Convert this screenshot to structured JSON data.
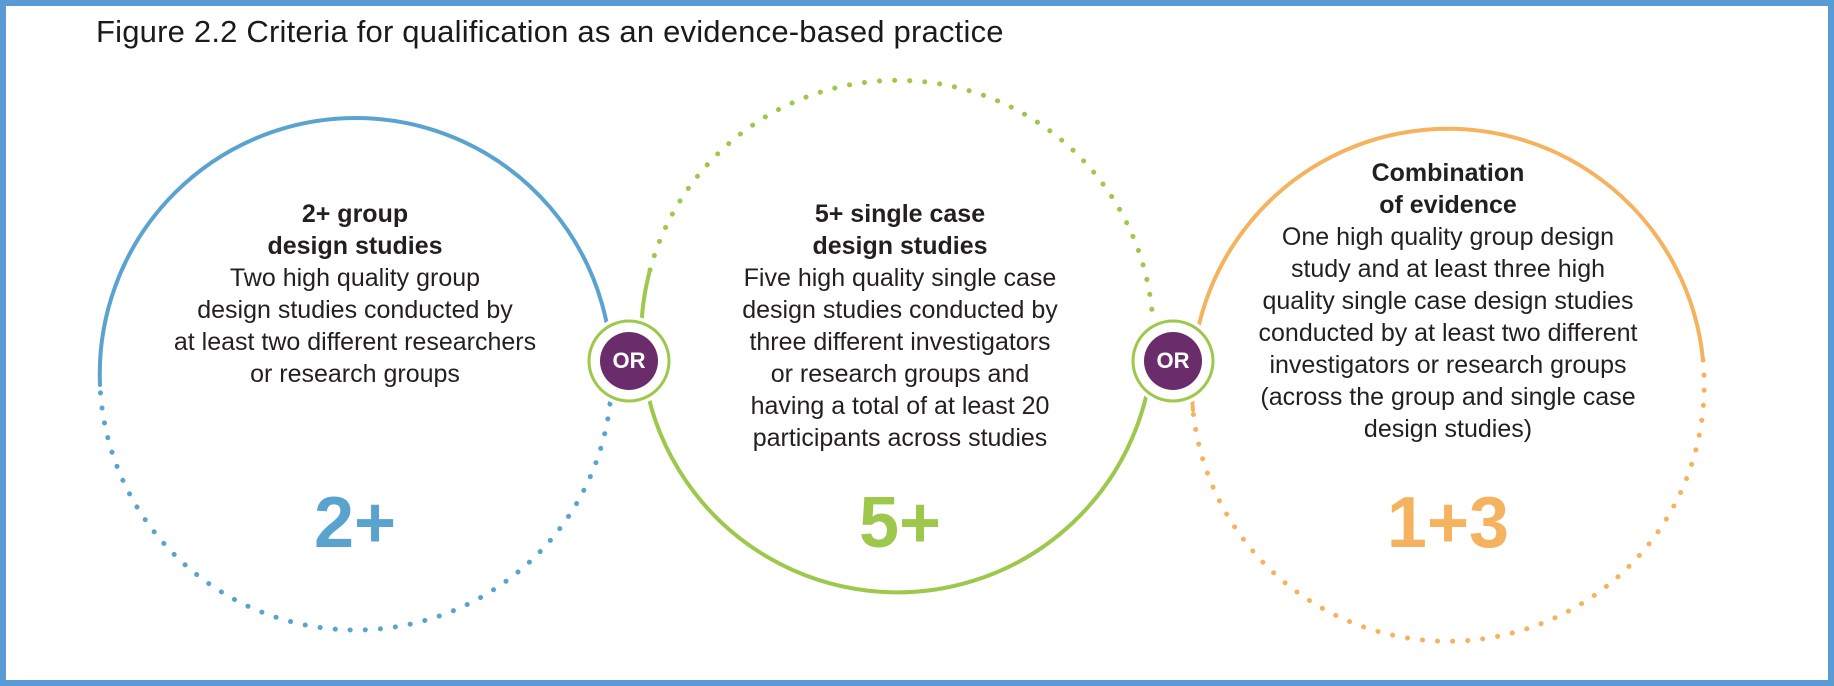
{
  "title": "Figure 2.2 Criteria for qualification as an evidence-based practice",
  "colors": {
    "frame": "#5b9bd5",
    "blue": "#5ba3cf",
    "green": "#9dc84b",
    "orange": "#f5b35f",
    "or_badge": "#6b2c6b"
  },
  "circles": [
    {
      "heading_line1": "2+ group",
      "heading_line2": "design studies",
      "body_lines": [
        "Two high quality group",
        "design studies conducted by",
        "at least two different researchers",
        "or research groups"
      ],
      "big_number": "2+"
    },
    {
      "heading_line1": "5+ single case",
      "heading_line2": "design studies",
      "body_lines": [
        "Five high quality single case",
        "design studies conducted by",
        "three different investigators",
        "or research groups and",
        "having a total of at least 20",
        "participants across studies"
      ],
      "big_number": "5+"
    },
    {
      "heading_line1": "Combination",
      "heading_line2": "of evidence",
      "body_lines": [
        "One high quality group design",
        "study and at least three high",
        "quality single case design studies",
        "conducted by at least two different",
        "investigators or research groups",
        "(across the group and single case",
        "design studies)"
      ],
      "big_number": "1+3"
    }
  ],
  "or_labels": [
    "OR",
    "OR"
  ]
}
